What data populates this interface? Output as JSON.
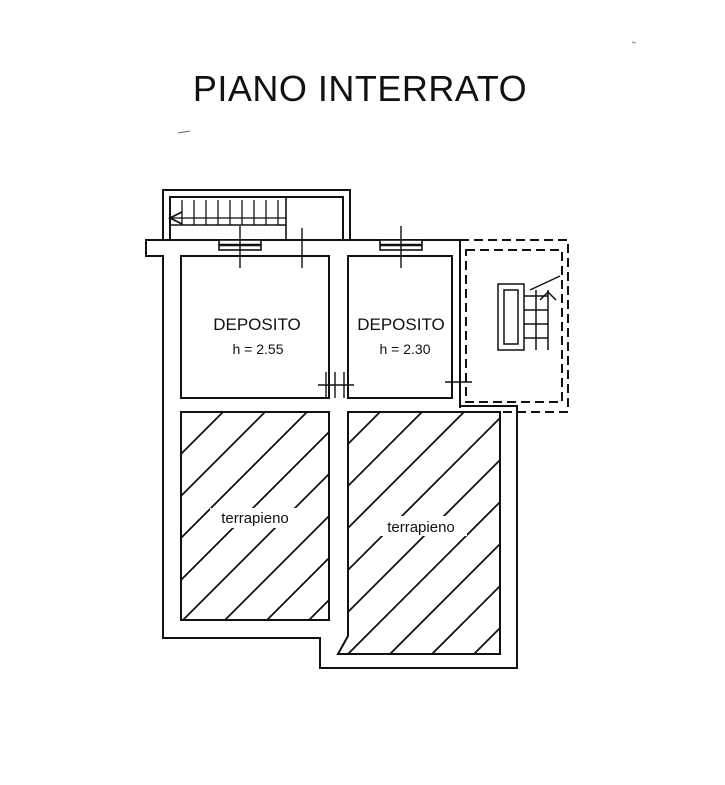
{
  "title": "PIANO INTERRATO",
  "rooms": [
    {
      "name": "DEPOSITO",
      "height": "h = 2.55"
    },
    {
      "name": "DEPOSITO",
      "height": "h = 2.30"
    }
  ],
  "fill_areas": [
    {
      "label": "terrapieno"
    },
    {
      "label": "terrapieno"
    }
  ]
}
